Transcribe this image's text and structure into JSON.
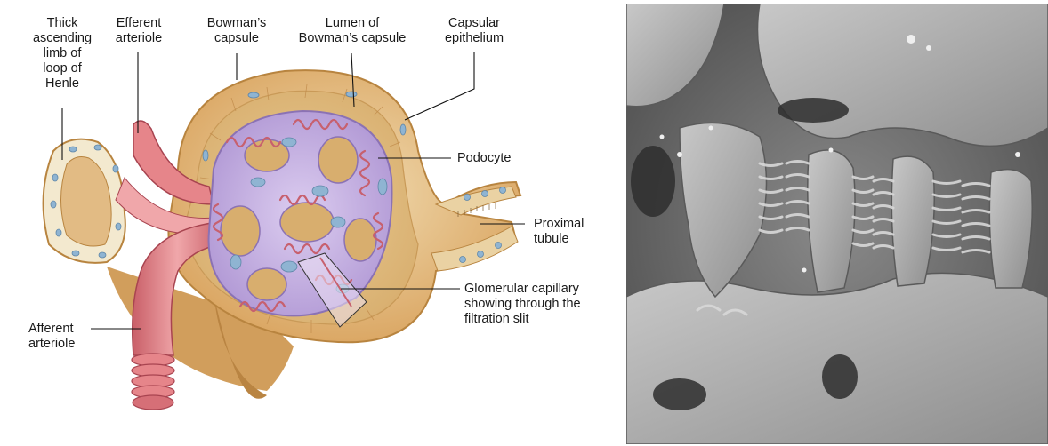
{
  "labels": {
    "thick_ascending_limb": "Thick\nascending\nlimb of\nloop of\nHenle",
    "efferent_arteriole": "Efferent\narteriole",
    "bowmans_capsule": "Bowman’s\ncapsule",
    "lumen_bowmans_capsule": "Lumen of\nBowman’s capsule",
    "capsular_epithelium": "Capsular\nepithelium",
    "podocyte": "Podocyte",
    "proximal_tubule": "Proximal\ntubule",
    "glomerular_capillary": "Glomerular capillary\nshowing through the\nfiltration slit",
    "afferent_arteriole": "Afferent\narteriole"
  },
  "colors": {
    "capsule": "#d9a35e",
    "capsule_light": "#ead2a3",
    "tissue": "#e6c48a",
    "podocyte": "#c3aedd",
    "podocyte_edge": "#9a82c0",
    "nucleus": "#8fb4d2",
    "vessel": "#e6858a",
    "vessel_dark": "#c95f68",
    "micrograph_bg": "#7a7a7a"
  },
  "micrograph": {
    "subject": "scanning electron micrograph of podocytes"
  }
}
